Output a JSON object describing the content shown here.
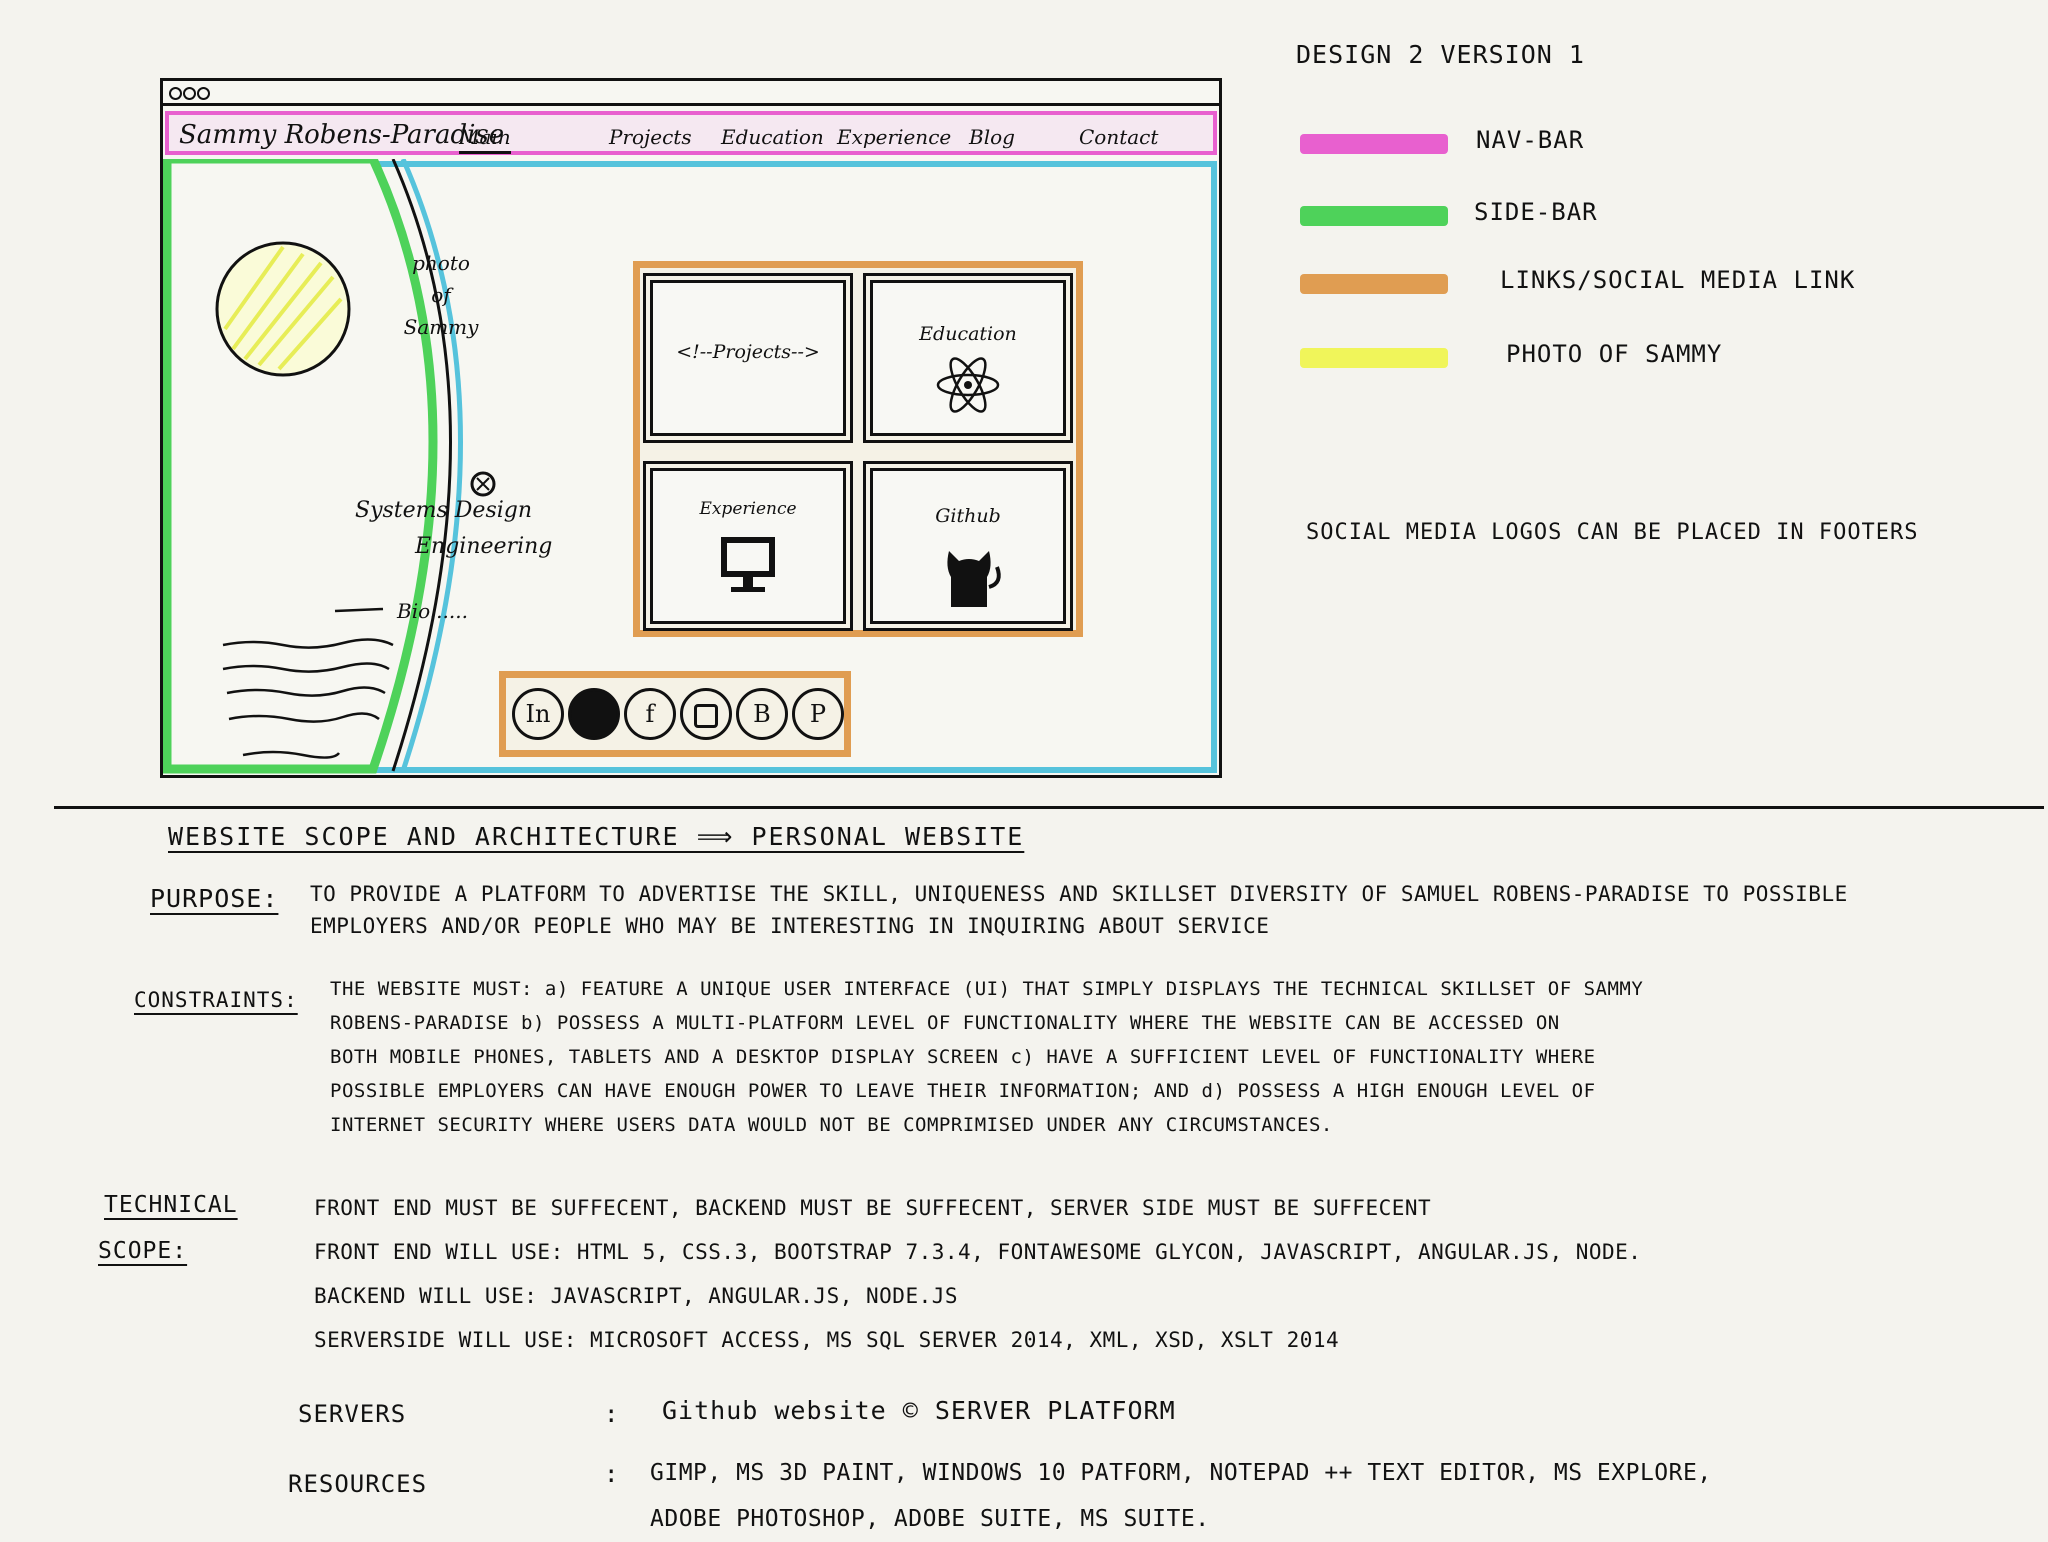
{
  "wireframe": {
    "brand": "Sammy Robens-Paradise",
    "nav": [
      "Main",
      "Projects",
      "Education",
      "Experience",
      "Blog",
      "Contact"
    ],
    "sidebar": {
      "photo_text": [
        "photo",
        "of",
        "Sammy"
      ],
      "role": [
        "Systems Design",
        "Engineering"
      ],
      "bio": "Bio......"
    },
    "cards": [
      {
        "label": "<!--Projects-->",
        "icon": "code-comment"
      },
      {
        "label": "Education",
        "icon": "atom-icon"
      },
      {
        "label": "Experience",
        "icon": "monitor-icon"
      },
      {
        "label": "Github",
        "icon": "octocat-icon"
      }
    ],
    "social": [
      "In",
      "",
      "f",
      "",
      "B",
      "P"
    ]
  },
  "legend": {
    "title": "DESIGN 2 VERSION 1",
    "items": [
      {
        "label": "NAV-BAR",
        "color": "#e860cf"
      },
      {
        "label": "SIDE-BAR",
        "color": "#4ed25a"
      },
      {
        "label": "LINKS/SOCIAL MEDIA LINK",
        "color": "#e09d52"
      },
      {
        "label": "PHOTO OF SAMMY",
        "color": "#f0f55a"
      }
    ],
    "note": "SOCIAL MEDIA LOGOS CAN BE PLACED IN FOOTERS"
  },
  "doc": {
    "heading": "WEBSITE SCOPE AND ARCHITECTURE ⟹ PERSONAL WEBSITE",
    "purpose_label": "PURPOSE:",
    "purpose": [
      "TO PROVIDE A PLATFORM TO ADVERTISE THE SKILL, UNIQUENESS AND SKILLSET DIVERSITY OF SAMUEL ROBENS-PARADISE TO POSSIBLE",
      "EMPLOYERS AND/OR PEOPLE WHO MAY BE INTERESTING IN INQUIRING ABOUT SERVICE"
    ],
    "constraints_label": "CONSTRAINTS:",
    "constraints": [
      "THE WEBSITE MUST: a) FEATURE A UNIQUE USER INTERFACE (UI) THAT SIMPLY DISPLAYS THE TECHNICAL SKILLSET OF SAMMY",
      "ROBENS-PARADISE b) POSSESS A MULTI-PLATFORM LEVEL OF FUNCTIONALITY WHERE THE WEBSITE CAN BE ACCESSED ON",
      "BOTH MOBILE PHONES, TABLETS AND A DESKTOP DISPLAY SCREEN c) HAVE A SUFFICIENT LEVEL OF FUNCTIONALITY WHERE",
      "POSSIBLE EMPLOYERS CAN HAVE ENOUGH POWER TO LEAVE THEIR INFORMATION; AND d) POSSESS A HIGH ENOUGH LEVEL OF",
      "INTERNET SECURITY WHERE USERS DATA WOULD NOT BE COMPRIMISED UNDER ANY CIRCUMSTANCES."
    ],
    "technical_label": [
      "TECHNICAL",
      "SCOPE:"
    ],
    "technical": [
      "FRONT END MUST BE SUFFECENT, BACKEND MUST BE SUFFECENT, SERVER SIDE MUST BE SUFFECENT",
      "FRONT END WILL USE: HTML 5, CSS.3, BOOTSTRAP 7.3.4, FONTAWESOME GLYCON, JAVASCRIPT, ANGULAR.JS, NODE.",
      "BACKEND WILL USE: JAVASCRIPT, ANGULAR.JS, NODE.JS",
      "SERVERSIDE WILL USE: MICROSOFT ACCESS, MS SQL SERVER 2014, XML, XSD, XSLT 2014"
    ],
    "servers_label": "SERVERS",
    "servers": "Github website © SERVER PLATFORM",
    "resources_label": "RESOURCES",
    "resources": [
      "GIMP, MS 3D PAINT, WINDOWS 10 PATFORM, NOTEPAD ++ TEXT EDITOR, MS EXPLORE,",
      "ADOBE PHOTOSHOP, ADOBE SUITE, MS SUITE."
    ],
    "colon": ":"
  }
}
